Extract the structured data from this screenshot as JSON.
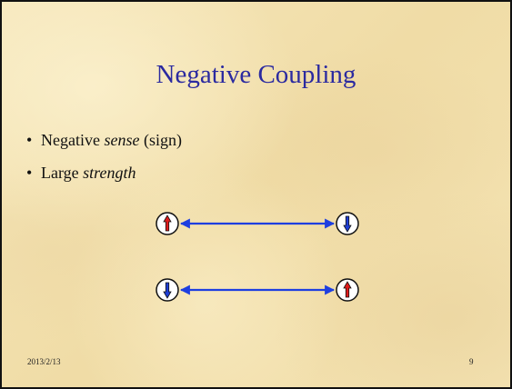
{
  "slide": {
    "title": "Negative Coupling",
    "bullets": [
      {
        "prefix": "Negative ",
        "emphasis": "sense",
        "suffix": " (sign)"
      },
      {
        "prefix": "Large ",
        "emphasis": "strength",
        "suffix": ""
      }
    ],
    "footer": {
      "date": "2013/2/13",
      "page_number": "9"
    }
  },
  "diagram": {
    "pairs": [
      {
        "left_spin": "up",
        "right_spin": "down"
      },
      {
        "left_spin": "down",
        "right_spin": "up"
      }
    ],
    "colors": {
      "up_arrow": "#e01b1b",
      "down_arrow": "#1f3fd6",
      "coupling": "#1e3fe0"
    },
    "icons": {
      "spin_up": "spin-up-icon",
      "spin_down": "spin-down-icon",
      "coupling": "double-headed-arrow-icon"
    }
  }
}
